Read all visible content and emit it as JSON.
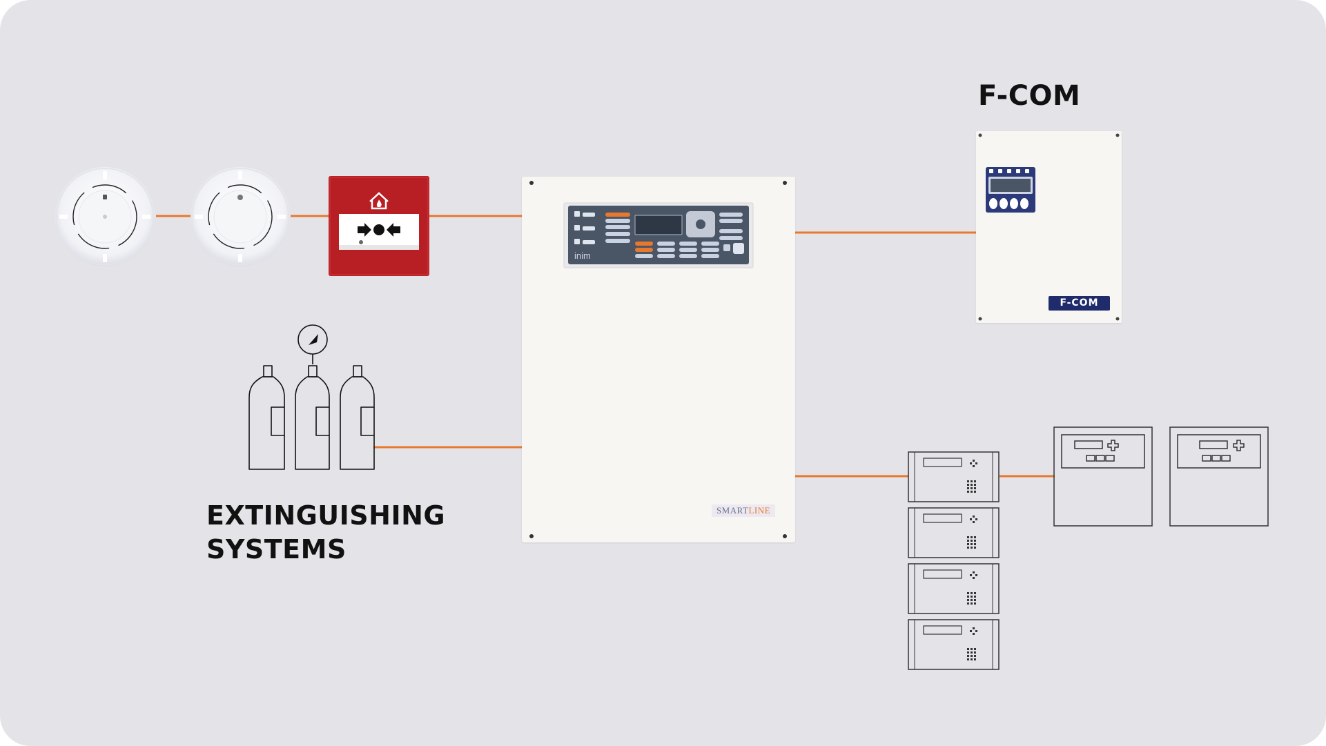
{
  "labels": {
    "fcom_title": "F-COM",
    "extinguishing_line1": "EXTINGUISHING",
    "extinguishing_line2": "SYSTEMS"
  },
  "control_panel": {
    "brand_logo": "inim",
    "product_line_part1": "SMART",
    "product_line_part2": "LINE"
  },
  "fcom_module": {
    "badge": "F-COM"
  },
  "colors": {
    "background": "#e4e3e8",
    "connection_line": "#e8782e",
    "call_point_red": "#b81f24",
    "panel_display": "#4a5566",
    "badge_blue": "#1f2b6b"
  },
  "icons": [
    "smoke-detector-icon",
    "heat-detector-icon",
    "manual-call-point-icon",
    "gas-cylinder-icon",
    "pressure-gauge-icon",
    "repeater-panel-icon",
    "extension-module-icon"
  ]
}
